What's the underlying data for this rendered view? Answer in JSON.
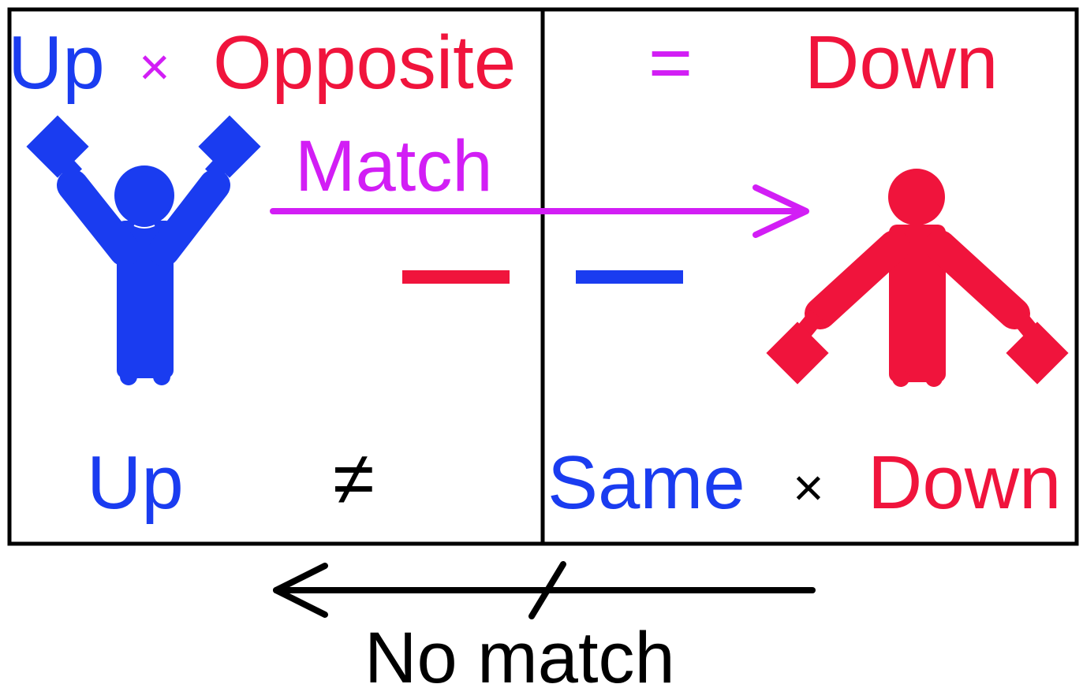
{
  "colors": {
    "blue": "#1a3cf0",
    "red": "#f0143c",
    "magenta": "#d21ef5",
    "black": "#000000"
  },
  "top": {
    "left_word": "Up",
    "times": "×",
    "right_word": "Opposite",
    "equals": "=",
    "result": "Down"
  },
  "match": {
    "label": "Match"
  },
  "bottom": {
    "left_word": "Up",
    "not_equal": "≠",
    "same_word": "Same",
    "times": "×",
    "down_word": "Down"
  },
  "no_match": {
    "label": "No match"
  },
  "icons": {
    "left_figure": "person-arms-up-icon",
    "right_figure": "person-arms-down-icon",
    "minus_red": "minus-sign-icon",
    "minus_blue": "minus-sign-icon"
  }
}
